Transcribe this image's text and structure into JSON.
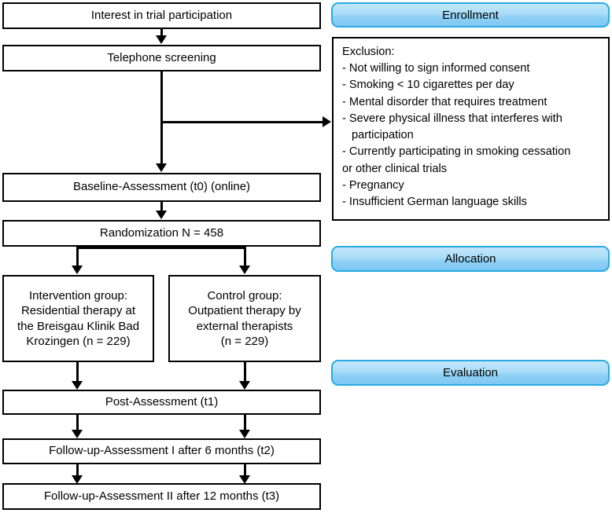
{
  "diagram": {
    "title": "CONSORT-style trial flow diagram",
    "colors": {
      "box_border": "#000000",
      "box_fill": "#ffffff",
      "phase_border": "#29ABE2",
      "phase_fill_top": "#c3e6fb",
      "phase_fill_bottom": "#7ec8f3",
      "text": "#000000"
    }
  },
  "flow": {
    "interest": "Interest in trial participation",
    "telephone": "Telephone screening",
    "baseline": "Baseline-Assessment (t0) (online)",
    "randomization": "Randomization N = 458",
    "intervention": {
      "line1": "Intervention group:",
      "line2": "Residential therapy at",
      "line3": "the Breisgau Klinik Bad",
      "line4": "Krozingen (n = 229)"
    },
    "control": {
      "line1": "Control group:",
      "line2": "Outpatient therapy by",
      "line3": "external therapists",
      "line4": "(n = 229)"
    },
    "post": "Post-Assessment (t1)",
    "followup1": "Follow-up-Assessment I after 6 months (t2)",
    "followup2": "Follow-up-Assessment II after 12 months (t3)"
  },
  "phases": {
    "enrollment": "Enrollment",
    "allocation": "Allocation",
    "evaluation": "Evaluation"
  },
  "exclusion": {
    "heading": "Exclusion:",
    "items": [
      "- Not willing to sign informed consent",
      "- Smoking < 10 cigarettes per day",
      "- Mental disorder that requires treatment",
      "- Severe physical illness that interferes with",
      "participation",
      "- Currently participating in smoking cessation",
      "or other clinical trials",
      "- Pregnancy",
      "- Insufficient German language skills"
    ]
  }
}
